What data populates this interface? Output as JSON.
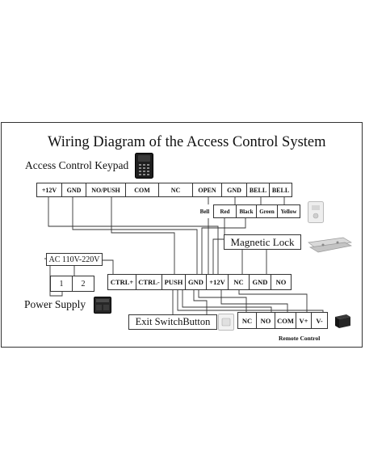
{
  "diagram": {
    "title": "Wiring Diagram of the Access Control System",
    "keypad_label": "Access Control Keypad",
    "keypad_terminals": [
      "+12V",
      "GND",
      "NO/PUSH",
      "COM",
      "NC",
      "OPEN",
      "GND",
      "BELL",
      "BELL"
    ],
    "bell_wires": [
      "Bell",
      "Red",
      "Black",
      "Green",
      "Yellow"
    ],
    "magnetic_lock_label": "Magnetic Lock",
    "ac_label": "AC 110V-220V",
    "power_terminals": [
      "1",
      "2"
    ],
    "power_supply_label": "Power Supply",
    "controller_terminals": [
      "CTRL+",
      "CTRL-",
      "PUSH",
      "GND",
      "+12V",
      "NC",
      "GND",
      "NO"
    ],
    "exit_button_label": "Exit SwitchButton",
    "remote_terminals": [
      "NC",
      "NO",
      "COM",
      "V+",
      "V-"
    ],
    "remote_label": "Remote Control"
  },
  "colors": {
    "line": "#333333",
    "device_dark": "#1e1e1e",
    "device_light": "#e8e8e8"
  },
  "icons": [
    "keypad-device-icon",
    "doorbell-device-icon",
    "magnetic-lock-icon",
    "power-supply-icon",
    "exit-button-icon",
    "remote-receiver-icon"
  ]
}
